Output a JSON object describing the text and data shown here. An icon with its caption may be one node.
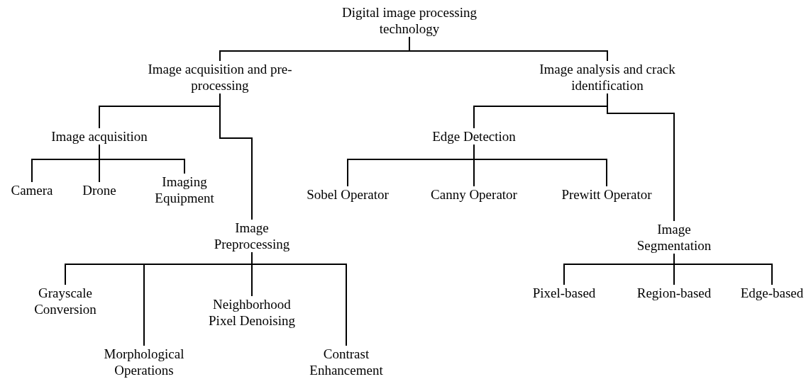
{
  "diagram": {
    "nodes": [
      {
        "text": [
          "Digital image processing technology"
        ]
      },
      {
        "text": [
          "Image acquisition and pre-processing"
        ]
      },
      {
        "text": [
          "Image analysis and crack identification"
        ]
      },
      {
        "text": [
          "Image acquisition"
        ]
      },
      {
        "text": [
          "Camera"
        ]
      },
      {
        "text": [
          "Drone"
        ]
      },
      {
        "text": [
          "Imaging Equipment"
        ]
      },
      {
        "text": [
          "Image Preprocessing"
        ]
      },
      {
        "text": [
          "Grayscale Conversion"
        ]
      },
      {
        "text": [
          "Morphological Operations"
        ]
      },
      {
        "text": [
          "Neighborhood Pixel Denoising"
        ]
      },
      {
        "text": [
          "Contrast Enhancement"
        ]
      },
      {
        "text": [
          "Edge Detection"
        ]
      },
      {
        "text": [
          "Sobel Operator"
        ]
      },
      {
        "text": [
          "Canny Operator"
        ]
      },
      {
        "text": [
          "Prewitt Operator"
        ]
      },
      {
        "text": [
          "Image Segmentation"
        ]
      },
      {
        "text": [
          "Pixel-based"
        ]
      },
      {
        "text": [
          "Region-based"
        ]
      },
      {
        "text": [
          "Edge-based"
        ]
      }
    ],
    "edges": [
      {
        "from": 0,
        "to": 1,
        "arrow": "none"
      },
      {
        "from": 0,
        "to": 2,
        "arrow": "none"
      },
      {
        "from": 1,
        "to": 3,
        "arrow": "none"
      },
      {
        "from": 1,
        "to": 7,
        "arrow": "none"
      },
      {
        "from": 3,
        "to": 4,
        "arrow": "none"
      },
      {
        "from": 3,
        "to": 5,
        "arrow": "none"
      },
      {
        "from": 3,
        "to": 6,
        "arrow": "none"
      },
      {
        "from": 7,
        "to": 8,
        "arrow": "none"
      },
      {
        "from": 7,
        "to": 9,
        "arrow": "none"
      },
      {
        "from": 7,
        "to": 10,
        "arrow": "none"
      },
      {
        "from": 7,
        "to": 11,
        "arrow": "none"
      },
      {
        "from": 2,
        "to": 12,
        "arrow": "none"
      },
      {
        "from": 2,
        "to": 16,
        "arrow": "none"
      },
      {
        "from": 12,
        "to": 13,
        "arrow": "none"
      },
      {
        "from": 12,
        "to": 14,
        "arrow": "none"
      },
      {
        "from": 12,
        "to": 15,
        "arrow": "none"
      },
      {
        "from": 16,
        "to": 17,
        "arrow": "none"
      },
      {
        "from": 16,
        "to": 18,
        "arrow": "none"
      },
      {
        "from": 16,
        "to": 19,
        "arrow": "none"
      }
    ]
  }
}
